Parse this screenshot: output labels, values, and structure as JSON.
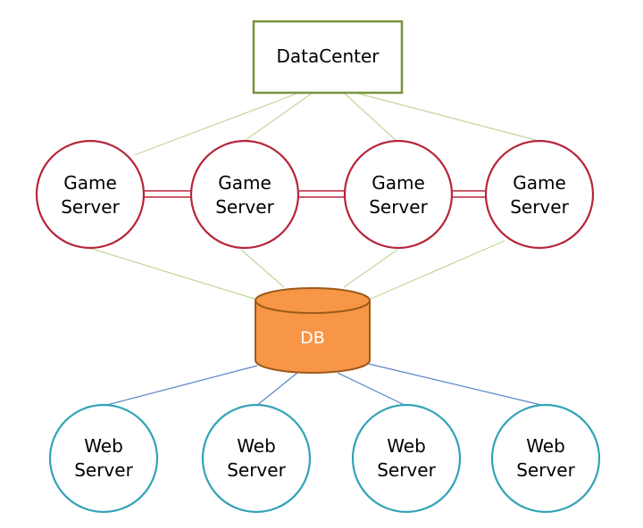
{
  "datacenter": {
    "label": "DataCenter"
  },
  "db": {
    "label": "DB"
  },
  "game_servers": [
    {
      "line1": "Game",
      "line2": "Server"
    },
    {
      "line1": "Game",
      "line2": "Server"
    },
    {
      "line1": "Game",
      "line2": "Server"
    },
    {
      "line1": "Game",
      "line2": "Server"
    }
  ],
  "web_servers": [
    {
      "line1": "Web",
      "line2": "Server"
    },
    {
      "line1": "Web",
      "line2": "Server"
    },
    {
      "line1": "Web",
      "line2": "Server"
    },
    {
      "line1": "Web",
      "line2": "Server"
    }
  ],
  "colors": {
    "datacenter_border": "#77933c",
    "green_line": "#c3d69b",
    "game_border": "#b7263a",
    "game_link": "#b7263a",
    "db_fill": "#f79646",
    "db_border": "#9c5a1b",
    "web_border": "#33a3b8",
    "blue_line": "#5b86c5"
  }
}
